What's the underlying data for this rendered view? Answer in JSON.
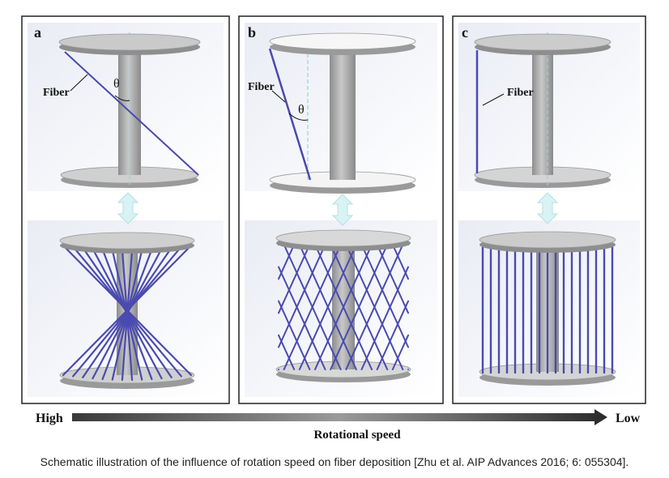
{
  "panels": [
    {
      "letter": "a",
      "fiber_label": "Fiber",
      "theta": "θ"
    },
    {
      "letter": "b",
      "fiber_label": "Fiber",
      "theta": "θ"
    },
    {
      "letter": "c",
      "fiber_label": "Fiber"
    }
  ],
  "speed_axis": {
    "high": "High",
    "low": "Low",
    "label": "Rotational speed"
  },
  "caption": "Schematic illustration of the influence of rotation speed on fiber deposition [Zhu et al. AIP Advances 2016; 6: 055304].",
  "colors": {
    "fiber": "#4a4ab0",
    "disk": "#c4c4c4",
    "rod": "#a8a8a8",
    "arrow": "#cfeef0",
    "border": "#222222"
  }
}
